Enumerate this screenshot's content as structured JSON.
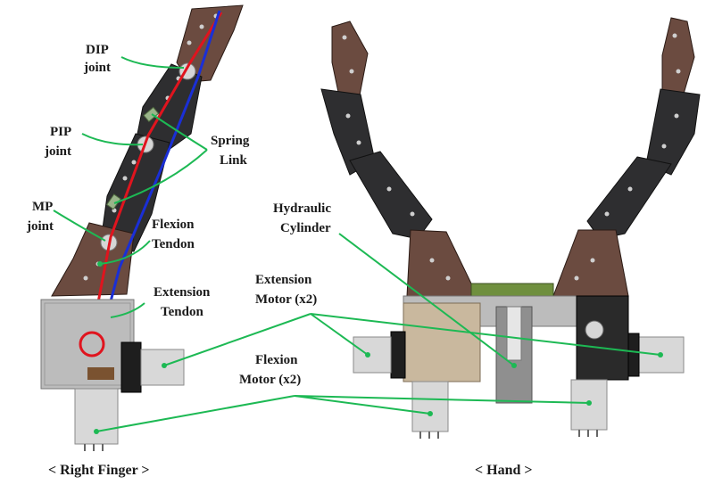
{
  "labels": {
    "dip_joint": [
      "DIP",
      "joint"
    ],
    "pip_joint": [
      "PIP",
      "joint"
    ],
    "mp_joint": [
      "MP",
      "joint"
    ],
    "spring_link": [
      "Spring",
      "Link"
    ],
    "flexion_tendon": [
      "Flexion",
      "Tendon"
    ],
    "extension_tendon": [
      "Extension",
      "Tendon"
    ],
    "hydraulic_cylinder": [
      "Hydraulic",
      "Cylinder"
    ],
    "extension_motor": [
      "Extension",
      "Motor (x2)"
    ],
    "flexion_motor": [
      "Flexion",
      "Motor (x2)"
    ]
  },
  "captions": {
    "right_finger": "< Right Finger >",
    "hand": "< Hand >"
  },
  "colors": {
    "leader": "#1db954",
    "flexion_tendon": "#e0141e",
    "extension_tendon": "#1a2fd6",
    "link_dark": "#2e2e30",
    "link_brown": "#6b4b40",
    "base_plate": "#6f8f3e",
    "steel": "#bcbcbc"
  }
}
